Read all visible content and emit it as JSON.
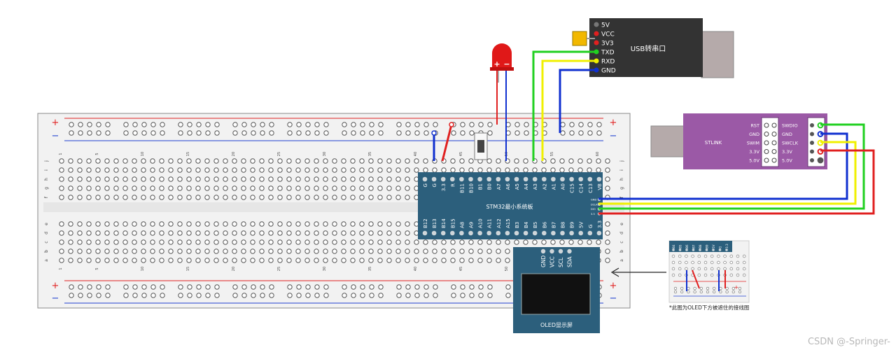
{
  "usb_serial": {
    "label": "USB转串口",
    "pins": [
      "5V",
      "VCC",
      "3V3",
      "TXD",
      "RXD",
      "GND"
    ]
  },
  "stlink": {
    "label": "STLINK",
    "pins_left": [
      "RST",
      "GND",
      "SWIM",
      "3.3V",
      "5.0V"
    ],
    "pins_right": [
      "SWDIO",
      "GND",
      "SWCLK",
      "3.3V",
      "5.0V"
    ]
  },
  "stm32": {
    "label": "STM32最小系统板",
    "top_pins": [
      "G",
      "G",
      "3.3",
      "R",
      "B11",
      "B10",
      "B1",
      "B0",
      "A7",
      "A6",
      "A5",
      "A4",
      "A3",
      "A2",
      "A1",
      "A0",
      "C15",
      "C14",
      "C13",
      "VB"
    ],
    "bottom_pins": [
      "B12",
      "B13",
      "B14",
      "B15",
      "A8",
      "A9",
      "A10",
      "A11",
      "A12",
      "A15",
      "B3",
      "B4",
      "B5",
      "B6",
      "B7",
      "B8",
      "B9",
      "5V",
      "G",
      "3.3"
    ],
    "swd_pins": [
      "GND",
      "DCLK",
      "DIO",
      "3.3"
    ]
  },
  "oled": {
    "label": "OLED显示屏",
    "pins": [
      "GND",
      "VCC",
      "SCL",
      "SDA"
    ]
  },
  "led": {
    "plus": "+",
    "minus": "−"
  },
  "breadboard": {
    "plus": "+",
    "minus": "−",
    "column_numbers_top": [
      "1",
      "5",
      "10",
      "15",
      "20",
      "25",
      "30",
      "35",
      "40",
      "45",
      "50",
      "55",
      "60"
    ],
    "column_numbers_bottom": [
      "1",
      "5",
      "10",
      "15",
      "20",
      "25",
      "30",
      "35",
      "40",
      "45",
      "50",
      "55",
      "60"
    ],
    "row_letters_top": [
      "j",
      "i",
      "h",
      "g",
      "f"
    ],
    "row_letters_bottom": [
      "e",
      "d",
      "c",
      "b",
      "a"
    ]
  },
  "inset": {
    "caption": "*此图为OLED下方被遮住的接线图",
    "header_pins": [
      "B4",
      "B5",
      "B6",
      "B7",
      "B8",
      "B9",
      "5V",
      "G",
      "3.3"
    ]
  },
  "watermark": "CSDN @-Springer-",
  "colors": {
    "breadboard": "#f2f2f2",
    "board": "#2c5f7c",
    "stlink": "#9b59a6",
    "usb": "#333333",
    "wire_red": "#e02020",
    "wire_blue": "#1030d0",
    "wire_green": "#20d020",
    "wire_yellow": "#f0f000",
    "led": "#e01818"
  }
}
